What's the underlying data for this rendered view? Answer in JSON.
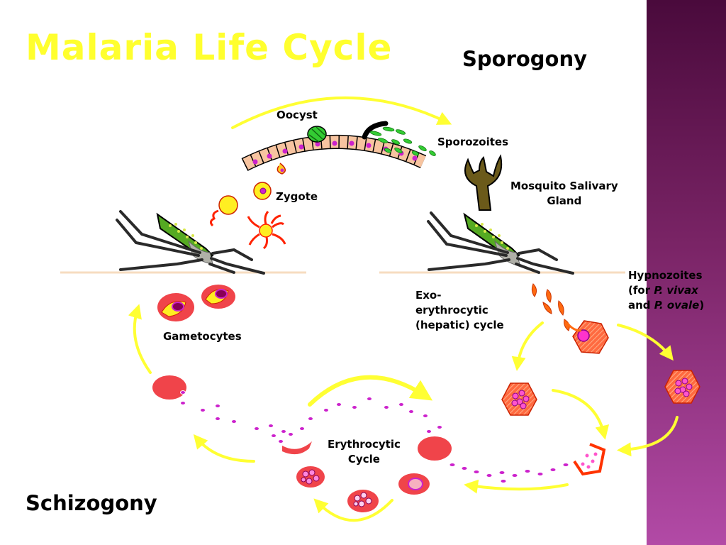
{
  "title": "Malaria Life Cycle",
  "phases": {
    "top": "Sporogony",
    "bottom": "Schizogony"
  },
  "labels": {
    "oocyst": "Oocyst",
    "sporozoites": "Sporozoites",
    "salivary_gland_line1": "Mosquito Salivary",
    "salivary_gland_line2": "Gland",
    "zygote": "Zygote",
    "gametocytes": "Gametocytes",
    "exo_line1": "Exo-",
    "exo_line2": "erythrocytic",
    "exo_line3": "(hepatic) cycle",
    "hypno_line1": "Hypnozoites",
    "hypno_for": "(for ",
    "hypno_vivax": "P. vivax",
    "hypno_and": "and ",
    "hypno_ovale": "P. ovale",
    "hypno_close": ")",
    "erythro_line1": "Erythrocytic",
    "erythro_line2": "Cycle"
  },
  "colors": {
    "title": "#ffff2e",
    "arrow": "#ffff33",
    "rbc": "#f0444a",
    "merozoite": "#cc22cc",
    "gut_cell": "#f7c4a0",
    "oocyst": "#33cc33",
    "sporozoite": "#33cc33",
    "gland": "#6b5a1a",
    "mosquito_abdomen": "#55aa22",
    "liver_cell": "#ff5533",
    "sidebar_top": "#4a0a3c",
    "sidebar_bottom": "#b24aa6"
  }
}
